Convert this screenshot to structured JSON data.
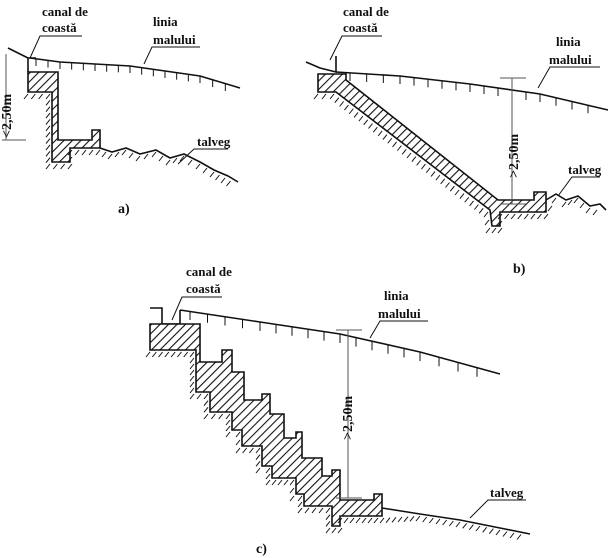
{
  "figure_a": {
    "caption": "a)",
    "canal_label_line1": "canal de",
    "canal_label_line2": "coastă",
    "bank_label_line1": "linia",
    "bank_label_line2": "malului",
    "thalweg_label": "talveg",
    "height_label": "<2,50m"
  },
  "figure_b": {
    "caption": "b)",
    "canal_label_line1": "canal de",
    "canal_label_line2": "coastă",
    "bank_label_line1": "linia",
    "bank_label_line2": "malului",
    "thalweg_label": "talveg",
    "height_label": ">2,50m"
  },
  "figure_c": {
    "caption": "c)",
    "canal_label_line1": "canal de",
    "canal_label_line2": "coastă",
    "bank_label_line1": "linia",
    "bank_label_line2": "malului",
    "thalweg_label": "talveg",
    "height_label": ">2,50m"
  }
}
